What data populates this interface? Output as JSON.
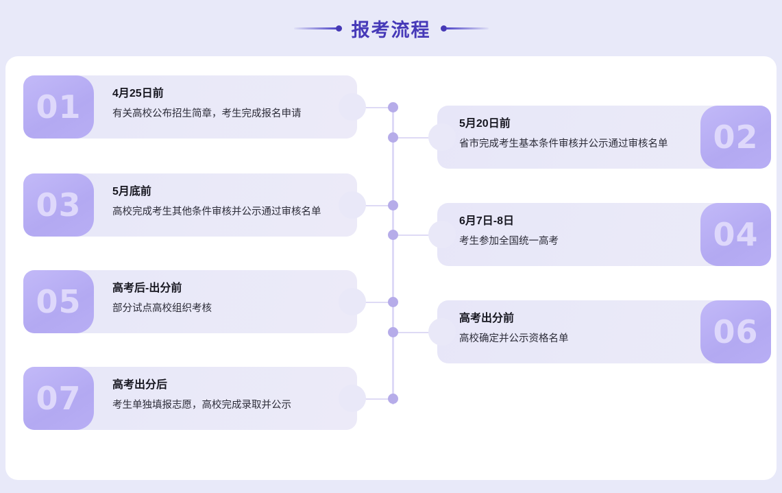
{
  "header": {
    "title": "报考流程",
    "accent_color": "#4639b8",
    "left_decoration_icon": "tapered-line-dot",
    "right_decoration_icon": "dot-tapered-line"
  },
  "theme": {
    "page_background": "#e8e9f9",
    "panel_background": "#ffffff",
    "card_background": "#e8e7f8",
    "badge_background": "#b8aef4",
    "badge_number_color": "#ded8fb",
    "timeline_line_color": "#ddd9f7",
    "timeline_dot_color": "#b6ace9",
    "title_text_color": "#16161f",
    "desc_text_color": "#2c2c38"
  },
  "timeline": {
    "dot_count": 7,
    "steps": [
      {
        "number": "01",
        "side": "left",
        "title": "4月25日前",
        "desc": "有关高校公布招生简章，考生完成报名申请"
      },
      {
        "number": "02",
        "side": "right",
        "title": "5月20日前",
        "desc": "省市完成考生基本条件审核并公示通过审核名单"
      },
      {
        "number": "03",
        "side": "left",
        "title": "5月底前",
        "desc": "高校完成考生其他条件审核并公示通过审核名单"
      },
      {
        "number": "04",
        "side": "right",
        "title": "6月7日-8日",
        "desc": "考生参加全国统一高考"
      },
      {
        "number": "05",
        "side": "left",
        "title": "高考后-出分前",
        "desc": "部分试点高校组织考核"
      },
      {
        "number": "06",
        "side": "right",
        "title": "高考出分前",
        "desc": "高校确定并公示资格名单"
      },
      {
        "number": "07",
        "side": "left",
        "title": "高考出分后",
        "desc": "考生单独填报志愿，高校完成录取并公示"
      }
    ]
  }
}
